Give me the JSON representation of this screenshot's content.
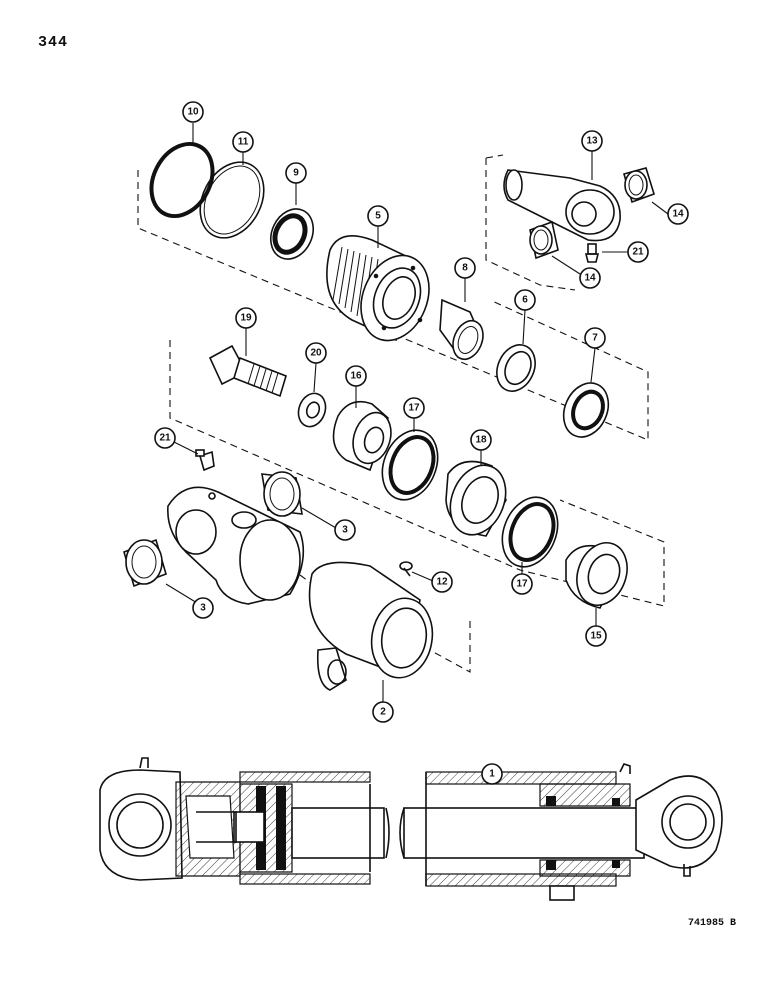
{
  "page_number": "344",
  "drawing_code": "741985 B",
  "callouts": {
    "c1": "1",
    "c2": "2",
    "c3a": "3",
    "c3b": "3",
    "c5": "5",
    "c6": "6",
    "c7": "7",
    "c8": "8",
    "c9": "9",
    "c10": "10",
    "c11": "11",
    "c12": "12",
    "c13": "13",
    "c14a": "14",
    "c14b": "14",
    "c15": "15",
    "c16": "16",
    "c17a": "17",
    "c17b": "17",
    "c18": "18",
    "c19": "19",
    "c20": "20",
    "c21a": "21",
    "c21b": "21"
  }
}
